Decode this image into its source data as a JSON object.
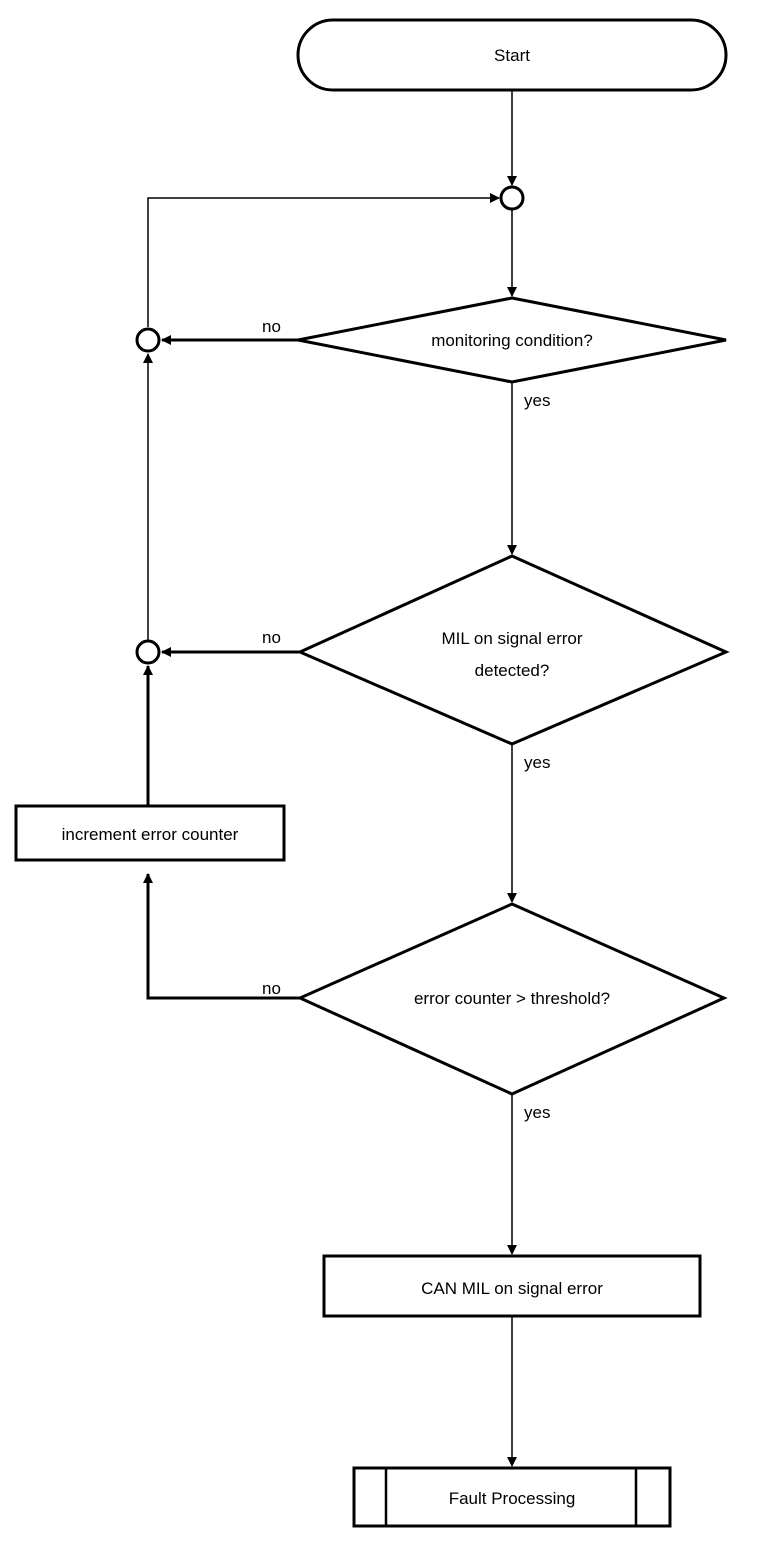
{
  "nodes": {
    "start": "Start",
    "monitoring_condition": "monitoring condition?",
    "mil_detected_line1": "MIL on signal error",
    "mil_detected_line2": "detected?",
    "increment_counter": "increment error counter",
    "threshold_check": "error counter > threshold?",
    "can_mil_error": "CAN MIL on signal error",
    "fault_processing": "Fault Processing"
  },
  "edges": {
    "yes_1": "yes",
    "yes_2": "yes",
    "yes_3": "yes",
    "no_1": "no",
    "no_2": "no",
    "no_3": "no"
  }
}
